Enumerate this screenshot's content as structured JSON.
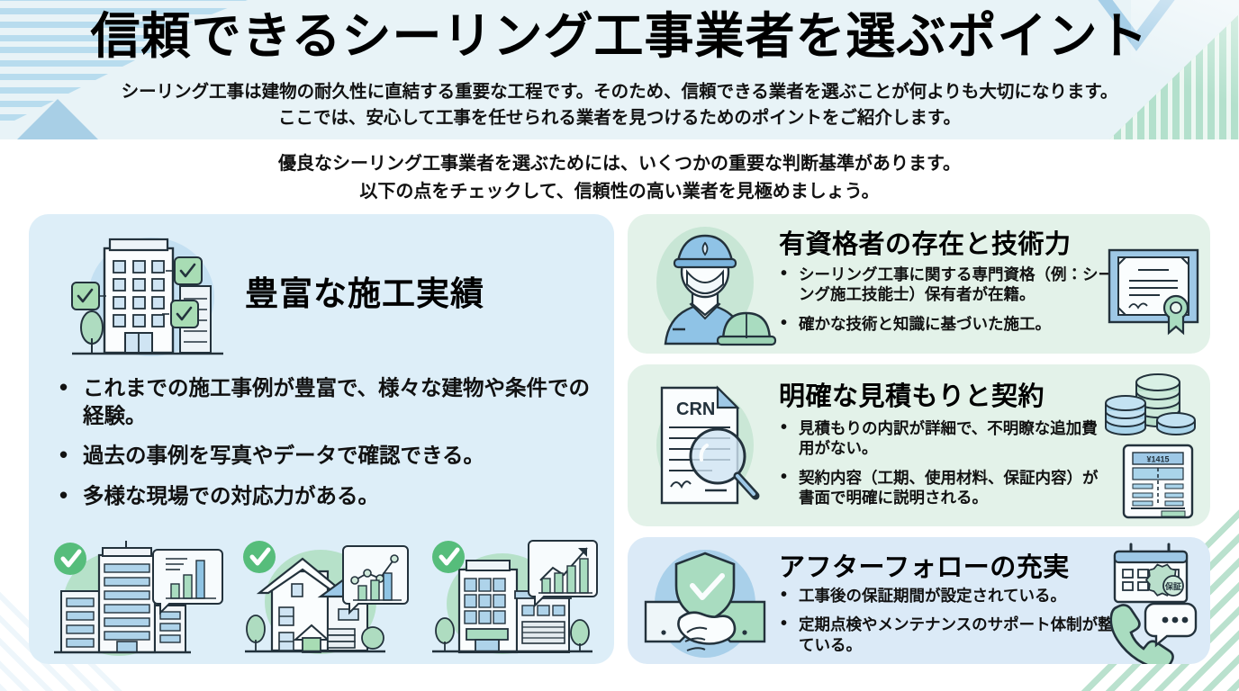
{
  "header": {
    "title": "信頼できるシーリング工事業者を選ぶポイント",
    "lead_line1": "シーリング工事は建物の耐久性に直結する重要な工程です。そのため、信頼できる業者を選ぶことが何よりも大切になります。",
    "lead_line2": "ここでは、安心して工事を任せられる業者を見つけるためのポイントをご紹介します。"
  },
  "sublead": {
    "line1": "優良なシーリング工事業者を選ぶためには、いくつかの重要な判断基準があります。",
    "line2": "以下の点をチェックして、信頼性の高い業者を見極めましょう。"
  },
  "left_card": {
    "title": "豊富な施工実績",
    "bullets": [
      "これまでの施工事例が豊富で、様々な建物や条件での経験。",
      "過去の事例を写真やデータで確認できる。",
      "多様な現場での対応力がある。"
    ],
    "thumbnails": [
      {
        "name": "skyscraper-thumbnail",
        "check": "✓"
      },
      {
        "name": "house-thumbnail",
        "check": "✓"
      },
      {
        "name": "office-building-thumbnail",
        "check": "✓"
      }
    ]
  },
  "right_cards": [
    {
      "id": "qualified-staff",
      "title": "有資格者の存在と技術力",
      "bullets": [
        "シーリング工事に関する専門資格（例：シーリング施工技能士）保有者が在籍。",
        "確かな技術と知識に基づいた施工。"
      ],
      "bg_color": "#e3f2e9",
      "icons": [
        "worker-icon",
        "certificate-icon"
      ]
    },
    {
      "id": "clear-estimate-contract",
      "title": "明確な見積もりと契約",
      "bullets": [
        "見積もりの内訳が詳細で、不明瞭な追加費用がない。",
        "契約内容（工期、使用材料、保証内容）が書面で明確に説明される。"
      ],
      "bg_color": "#e3f2e9",
      "icons": [
        "document-magnifier-icon",
        "coins-icon",
        "receipt-icon"
      ],
      "document_label": "CRN",
      "receipt_label": "¥1415"
    },
    {
      "id": "after-follow-up",
      "title": "アフターフォローの充実",
      "bullets": [
        "工事後の保証期間が設定されている。",
        "定期点検やメンテナンスのサポート体制が整っている。"
      ],
      "bg_color": "#dbeaf7",
      "icons": [
        "handshake-shield-icon",
        "calendar-badge-icon",
        "phone-chat-icon"
      ],
      "badge_label": "保証"
    }
  ],
  "colors": {
    "header_bg": "#e8f3f7",
    "blue_card": "#ddeef8",
    "green_card": "#e3f2e9",
    "blue_card_3": "#dbeaf7",
    "accent_blue": "#a8cfe6",
    "accent_green": "#a9dcc4",
    "check_green": "#63bd7d",
    "text": "#111111"
  }
}
